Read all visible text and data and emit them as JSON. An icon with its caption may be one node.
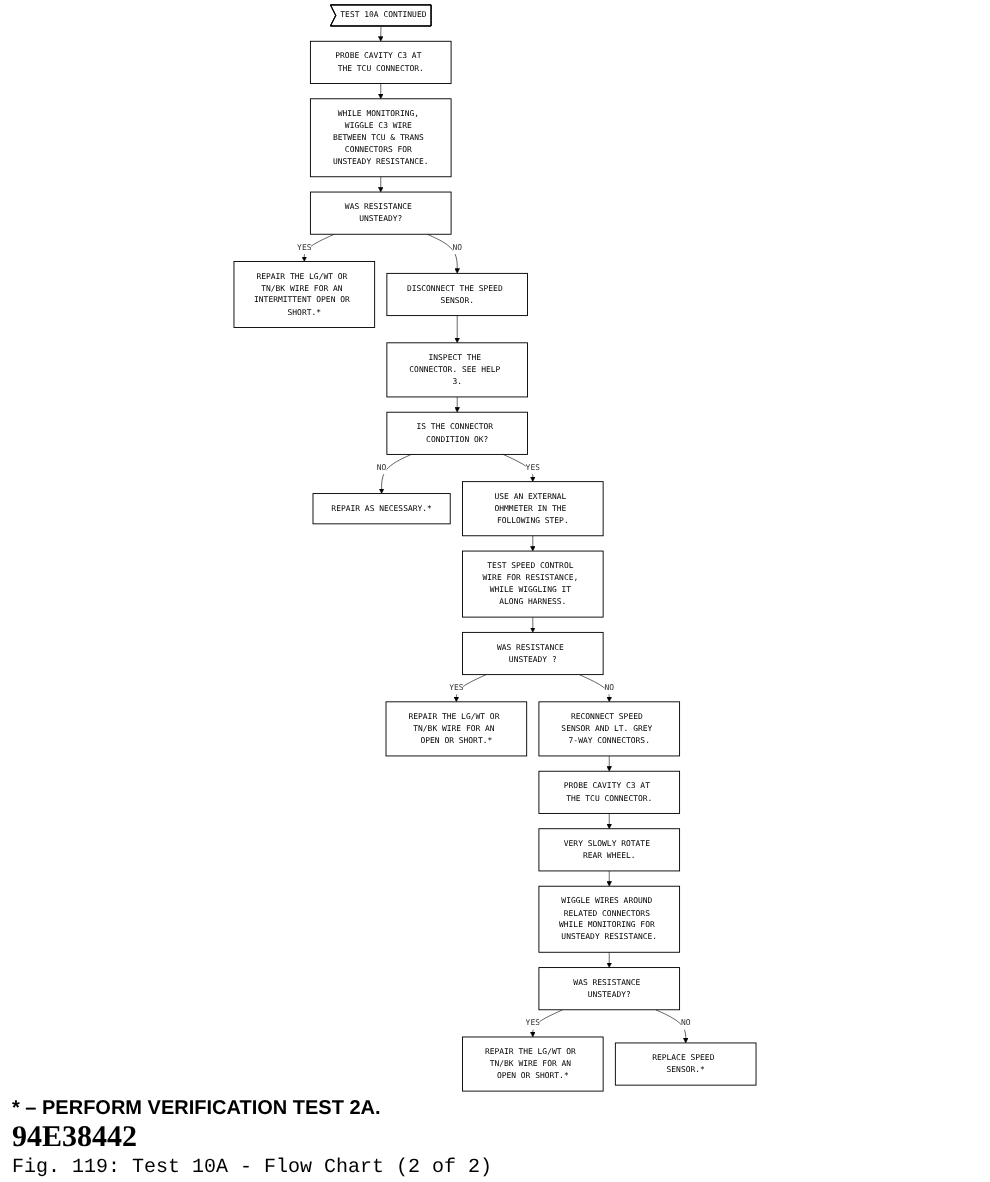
{
  "diagram": {
    "caption": "Fig. 119:  Test 10A - Flow Chart (2 of 2)",
    "nodes": [
      {
        "text": [
          "TEST 10A CONTINUED"
        ]
      },
      {
        "text": [
          "PROBE CAVITY C3 AT THE TCU CONNECTOR."
        ]
      },
      {
        "text": [
          "WHILE MONITORING, WIGGLE C3 WIRE BETWEEN TCU & TRANS CONNECTORS FOR UNSTEADY RESISTANCE."
        ]
      },
      {
        "text": [
          "WAS RESISTANCE UNSTEADY?"
        ]
      },
      {
        "text": [
          "REPAIR THE LG/WT OR TN/BK WIRE FOR AN INTERMITTENT OPEN OR SHORT.*"
        ]
      },
      {
        "text": [
          "DISCONNECT THE SPEED SENSOR."
        ]
      },
      {
        "text": [
          "INSPECT THE CONNECTOR. SEE HELP 3."
        ]
      },
      {
        "text": [
          "IS THE CONNECTOR CONDITION OK?"
        ]
      },
      {
        "text": [
          "REPAIR AS NECESSARY.*"
        ]
      },
      {
        "text": [
          "USE AN EXTERNAL OHMMETER IN THE FOLLOWING STEP."
        ]
      },
      {
        "text": [
          "TEST SPEED CONTROL WIRE FOR RESISTANCE, WHILE WIGGLING IT ALONG HARNESS."
        ]
      },
      {
        "text": [
          "WAS RESISTANCE UNSTEADY ?"
        ]
      },
      {
        "text": [
          "REPAIR THE LG/WT OR TN/BK WIRE FOR AN OPEN OR SHORT.*"
        ]
      },
      {
        "text": [
          "RECONNECT SPEED SENSOR AND LT. GREY 7-WAY CONNECTORS."
        ]
      },
      {
        "text": [
          "PROBE CAVITY C3 AT THE TCU CONNECTOR."
        ]
      },
      {
        "text": [
          "VERY SLOWLY ROTATE REAR WHEEL."
        ]
      },
      {
        "text": [
          "WIGGLE WIRES AROUND RELATED CONNECTORS WHILE MONITORING FOR UNSTEADY RESISTANCE."
        ]
      },
      {
        "text": [
          "WAS RESISTANCE UNSTEADY?"
        ]
      },
      {
        "text": [
          "REPAIR THE LG/WT OR TN/BK WIRE FOR AN OPEN OR SHORT.*"
        ]
      },
      {
        "text": [
          "REPLACE SPEED SENSOR.*"
        ]
      }
    ],
    "edges": [
      {
        "from": 0,
        "to": 1,
        "arrow": "to"
      },
      {
        "from": 1,
        "to": 2,
        "arrow": "to"
      },
      {
        "from": 2,
        "to": 3,
        "arrow": "to"
      },
      {
        "from": 3,
        "to": 4,
        "arrow": "to",
        "label": "YES"
      },
      {
        "from": 3,
        "to": 5,
        "arrow": "to",
        "label": "NO"
      },
      {
        "from": 5,
        "to": 6,
        "arrow": "to"
      },
      {
        "from": 6,
        "to": 7,
        "arrow": "to"
      },
      {
        "from": 7,
        "to": 8,
        "arrow": "to",
        "label": "NO"
      },
      {
        "from": 7,
        "to": 9,
        "arrow": "to",
        "label": "YES"
      },
      {
        "from": 9,
        "to": 10,
        "arrow": "to"
      },
      {
        "from": 10,
        "to": 11,
        "arrow": "to"
      },
      {
        "from": 11,
        "to": 12,
        "arrow": "to",
        "label": "YES"
      },
      {
        "from": 11,
        "to": 13,
        "arrow": "to",
        "label": "NO"
      },
      {
        "from": 13,
        "to": 14,
        "arrow": "to"
      },
      {
        "from": 14,
        "to": 15,
        "arrow": "to"
      },
      {
        "from": 15,
        "to": 16,
        "arrow": "to"
      },
      {
        "from": 16,
        "to": 17,
        "arrow": "to"
      },
      {
        "from": 17,
        "to": 18,
        "arrow": "to",
        "label": "YES"
      },
      {
        "from": 17,
        "to": 19,
        "arrow": "to",
        "label": "NO"
      }
    ],
    "labels": [
      "* – PERFORM VERIFICATION TEST 2A.",
      "94E38442"
    ]
  }
}
